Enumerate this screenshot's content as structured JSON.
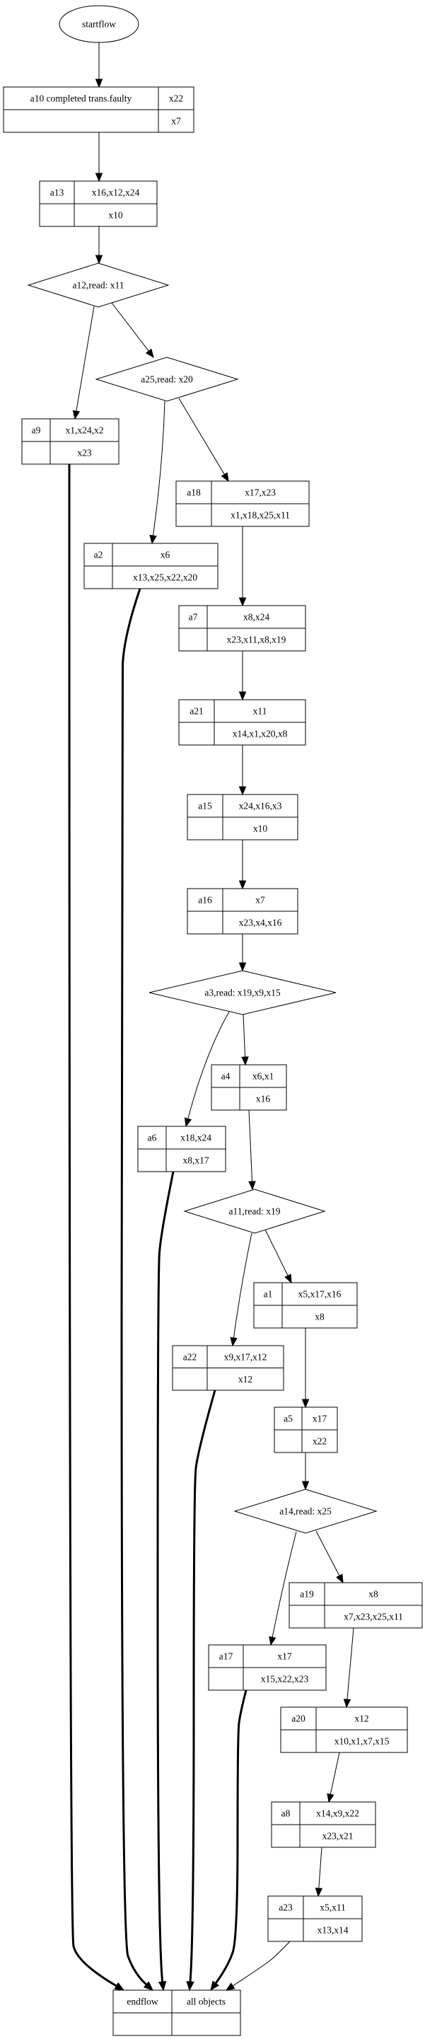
{
  "diagram": {
    "type": "flowchart",
    "start": {
      "id": "startflow",
      "label": "startflow",
      "shape": "ellipse"
    },
    "end": {
      "id": "endflow",
      "label": "endflow",
      "right_label": "all objects",
      "shape": "record"
    },
    "decisions": [
      {
        "id": "a12",
        "label": "a12,read: x11"
      },
      {
        "id": "a25",
        "label": "a25,read: x20"
      },
      {
        "id": "a3",
        "label": "a3,read: x19,x9,x15"
      },
      {
        "id": "a11",
        "label": "a11,read: x19"
      },
      {
        "id": "a14",
        "label": "a14,read: x25"
      }
    ],
    "records": [
      {
        "id": "a10",
        "name": "a10 completed trans.faulty",
        "top": "x22",
        "bottom": "x7"
      },
      {
        "id": "a13",
        "name": "a13",
        "top": "x16,x12,x24",
        "bottom": "x10"
      },
      {
        "id": "a9",
        "name": "a9",
        "top": "x1,x24,x2",
        "bottom": "x23"
      },
      {
        "id": "a18",
        "name": "a18",
        "top": "x17,x23",
        "bottom": "x1,x18,x25,x11"
      },
      {
        "id": "a2",
        "name": "a2",
        "top": "x6",
        "bottom": "x13,x25,x22,x20"
      },
      {
        "id": "a7",
        "name": "a7",
        "top": "x8,x24",
        "bottom": "x23,x11,x8,x19"
      },
      {
        "id": "a21",
        "name": "a21",
        "top": "x11",
        "bottom": "x14,x1,x20,x8"
      },
      {
        "id": "a15",
        "name": "a15",
        "top": "x24,x16,x3",
        "bottom": "x10"
      },
      {
        "id": "a16",
        "name": "a16",
        "top": "x7",
        "bottom": "x23,x4,x16"
      },
      {
        "id": "a4",
        "name": "a4",
        "top": "x6,x1",
        "bottom": "x16"
      },
      {
        "id": "a6",
        "name": "a6",
        "top": "x18,x24",
        "bottom": "x8,x17"
      },
      {
        "id": "a1",
        "name": "a1",
        "top": "x5,x17,x16",
        "bottom": "x8"
      },
      {
        "id": "a22",
        "name": "a22",
        "top": "x9,x17,x12",
        "bottom": "x12"
      },
      {
        "id": "a5",
        "name": "a5",
        "top": "x17",
        "bottom": "x22"
      },
      {
        "id": "a19",
        "name": "a19",
        "top": "x8",
        "bottom": "x7,x23,x25,x11"
      },
      {
        "id": "a17",
        "name": "a17",
        "top": "x17",
        "bottom": "x15,x22,x23"
      },
      {
        "id": "a20",
        "name": "a20",
        "top": "x12",
        "bottom": "x10,x1,x7,x15"
      },
      {
        "id": "a8",
        "name": "a8",
        "top": "x14,x9,x22",
        "bottom": "x23,x21"
      },
      {
        "id": "a23",
        "name": "a23",
        "top": "x5,x11",
        "bottom": "x13,x14"
      }
    ],
    "edges": [
      {
        "from": "startflow",
        "to": "a10",
        "bold": false
      },
      {
        "from": "a10",
        "to": "a13",
        "bold": false
      },
      {
        "from": "a13",
        "to": "a12",
        "bold": false
      },
      {
        "from": "a12",
        "to": "a9",
        "bold": false
      },
      {
        "from": "a12",
        "to": "a25",
        "bold": false
      },
      {
        "from": "a25",
        "to": "a2",
        "bold": false
      },
      {
        "from": "a25",
        "to": "a18",
        "bold": false
      },
      {
        "from": "a18",
        "to": "a7",
        "bold": false
      },
      {
        "from": "a7",
        "to": "a21",
        "bold": false
      },
      {
        "from": "a21",
        "to": "a15",
        "bold": false
      },
      {
        "from": "a15",
        "to": "a16",
        "bold": false
      },
      {
        "from": "a16",
        "to": "a3",
        "bold": false
      },
      {
        "from": "a3",
        "to": "a6",
        "bold": false
      },
      {
        "from": "a3",
        "to": "a4",
        "bold": false
      },
      {
        "from": "a4",
        "to": "a11",
        "bold": false
      },
      {
        "from": "a11",
        "to": "a22",
        "bold": false
      },
      {
        "from": "a11",
        "to": "a1",
        "bold": false
      },
      {
        "from": "a1",
        "to": "a5",
        "bold": false
      },
      {
        "from": "a5",
        "to": "a14",
        "bold": false
      },
      {
        "from": "a14",
        "to": "a17",
        "bold": false
      },
      {
        "from": "a14",
        "to": "a19",
        "bold": false
      },
      {
        "from": "a19",
        "to": "a20",
        "bold": false
      },
      {
        "from": "a20",
        "to": "a8",
        "bold": false
      },
      {
        "from": "a8",
        "to": "a23",
        "bold": false
      },
      {
        "from": "a9",
        "to": "endflow",
        "bold": true
      },
      {
        "from": "a2",
        "to": "endflow",
        "bold": true
      },
      {
        "from": "a6",
        "to": "endflow",
        "bold": true
      },
      {
        "from": "a22",
        "to": "endflow",
        "bold": true
      },
      {
        "from": "a17",
        "to": "endflow",
        "bold": true
      },
      {
        "from": "a23",
        "to": "endflow",
        "bold": false
      }
    ]
  }
}
